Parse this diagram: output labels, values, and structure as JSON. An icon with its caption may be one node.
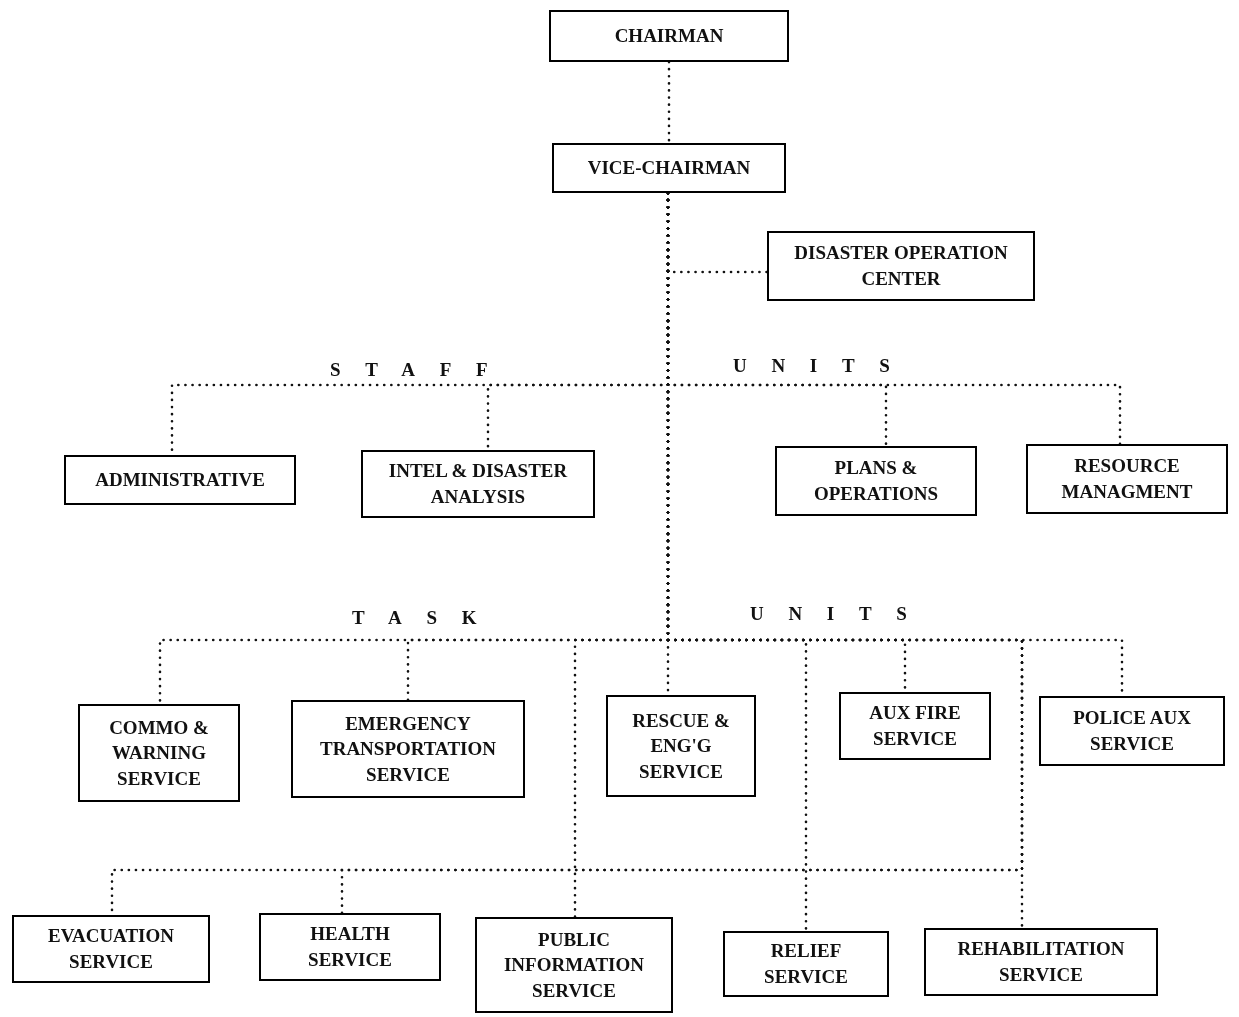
{
  "diagram": {
    "nodes": [
      {
        "text": [
          "CHAIRMAN"
        ]
      },
      {
        "text": [
          "VICE-CHAIRMAN"
        ]
      },
      {
        "text": [
          "DISASTER OPERATION CENTER"
        ]
      },
      {
        "text": [
          "ADMINISTRATIVE"
        ]
      },
      {
        "text": [
          "INTEL & DISASTER ANALYSIS"
        ]
      },
      {
        "text": [
          "PLANS & OPERATIONS"
        ]
      },
      {
        "text": [
          "RESOURCE MANAGMENT"
        ]
      },
      {
        "text": [
          "COMMO & WARNING SERVICE"
        ]
      },
      {
        "text": [
          "EMERGENCY TRANSPORTATION SERVICE"
        ]
      },
      {
        "text": [
          "RESCUE & ENG'G SERVICE"
        ]
      },
      {
        "text": [
          "AUX FIRE SERVICE"
        ]
      },
      {
        "text": [
          "POLICE AUX SERVICE"
        ]
      },
      {
        "text": [
          "EVACUATION SERVICE"
        ]
      },
      {
        "text": [
          "HEALTH SERVICE"
        ]
      },
      {
        "text": [
          "PUBLIC INFORMATION SERVICE"
        ]
      },
      {
        "text": [
          "RELIEF SERVICE"
        ]
      },
      {
        "text": [
          "REHABILITATION SERVICE"
        ]
      }
    ],
    "edges": [
      {
        "from": 0,
        "to": 1,
        "arrow": "none",
        "style": "dashed"
      },
      {
        "from": 1,
        "to": 2,
        "arrow": "none",
        "style": "dashed"
      },
      {
        "from": 1,
        "to": 3,
        "arrow": "none",
        "style": "dashed"
      },
      {
        "from": 1,
        "to": 4,
        "arrow": "none",
        "style": "dashed"
      },
      {
        "from": 1,
        "to": 5,
        "arrow": "none",
        "style": "dashed"
      },
      {
        "from": 1,
        "to": 6,
        "arrow": "none",
        "style": "dashed"
      },
      {
        "from": 1,
        "to": 7,
        "arrow": "none",
        "style": "dashed"
      },
      {
        "from": 1,
        "to": 8,
        "arrow": "none",
        "style": "dashed"
      },
      {
        "from": 1,
        "to": 9,
        "arrow": "none",
        "style": "dashed"
      },
      {
        "from": 1,
        "to": 10,
        "arrow": "none",
        "style": "dashed"
      },
      {
        "from": 1,
        "to": 11,
        "arrow": "none",
        "style": "dashed"
      },
      {
        "from": 1,
        "to": 12,
        "arrow": "none",
        "style": "dashed"
      },
      {
        "from": 1,
        "to": 13,
        "arrow": "none",
        "style": "dashed"
      },
      {
        "from": 1,
        "to": 14,
        "arrow": "none",
        "style": "dashed"
      },
      {
        "from": 1,
        "to": 15,
        "arrow": "none",
        "style": "dashed"
      },
      {
        "from": 1,
        "to": 16,
        "arrow": "none",
        "style": "dashed"
      }
    ],
    "labels": [
      "STAFF",
      "UNITS",
      "TASK",
      "UNITS"
    ]
  }
}
